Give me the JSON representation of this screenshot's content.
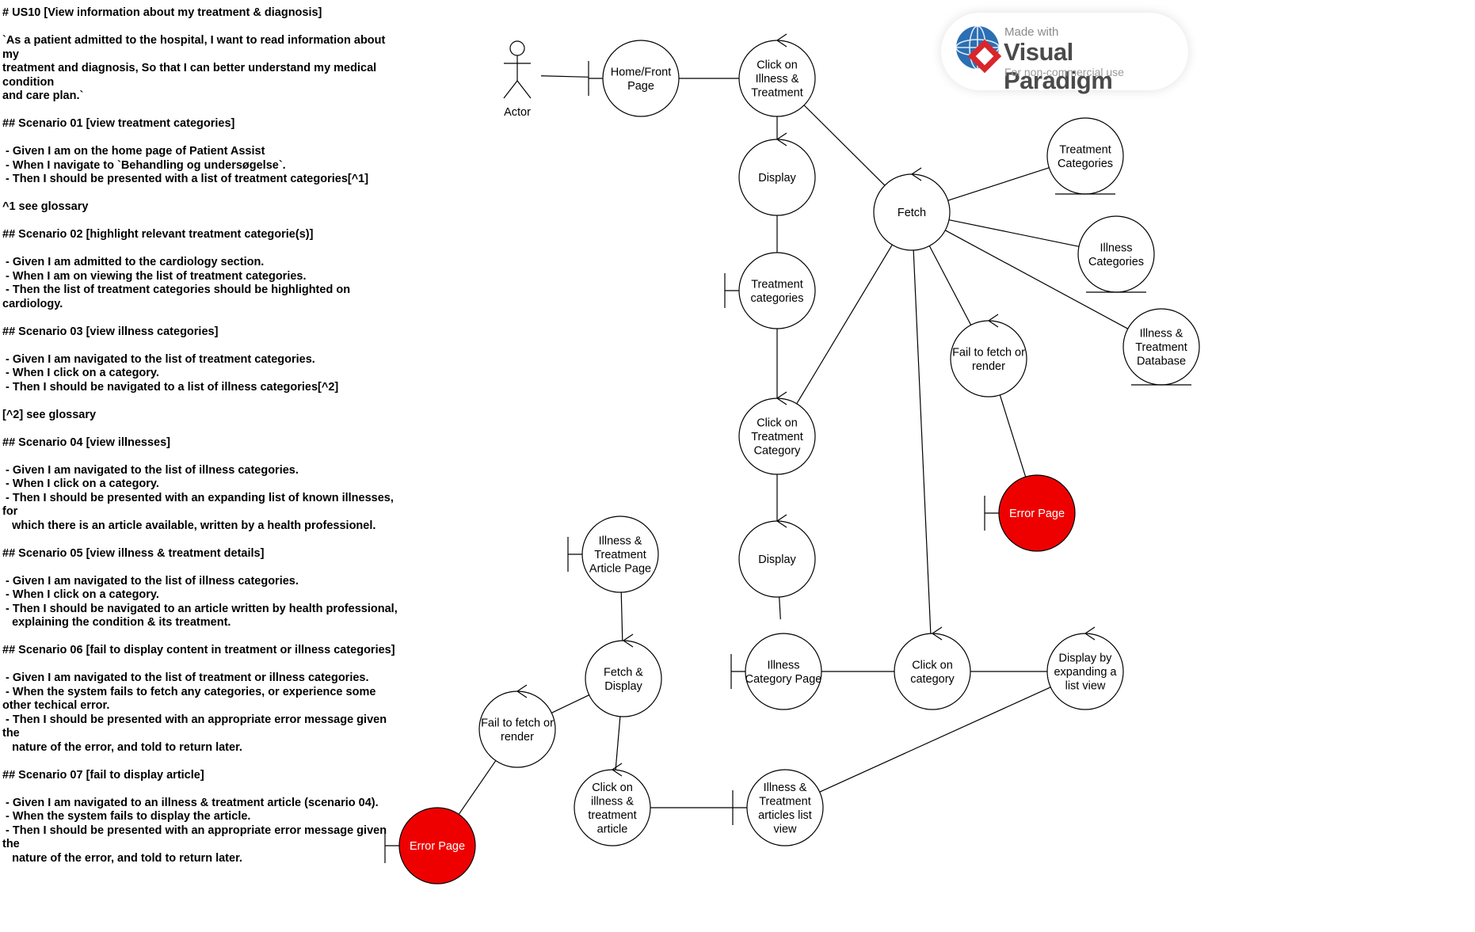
{
  "spec_lines": [
    "# US10 [View information about my treatment & diagnosis]",
    "",
    "`As a patient admitted to the hospital, I want to read information about my",
    "treatment and diagnosis, So that I can better understand my medical condition",
    "and care plan.`",
    "",
    "## Scenario 01 [view treatment categories]",
    "",
    " - Given I am on the home page of Patient Assist",
    " - When I navigate to `Behandling og undersøgelse`.",
    " - Then I should be presented with a list of treatment categories[^1]",
    "",
    "^1 see glossary",
    "",
    "## Scenario 02 [highlight relevant treatment categorie(s)]",
    "",
    " - Given I am admitted to the cardiology section.",
    " - When I am on viewing the list of treatment categories.",
    " - Then the list of treatment categories should be highlighted on cardiology.",
    "",
    "## Scenario 03 [view illness categories]",
    "",
    " - Given I am navigated to the list of treatment categories.",
    " - When I click on a category.",
    " - Then I should be navigated to a list of illness categories[^2]",
    "",
    "[^2] see glossary",
    "",
    "## Scenario 04 [view illnesses]",
    "",
    " - Given I am navigated to the list of illness categories.",
    " - When I click on a category.",
    " - Then I should be presented with an expanding list of known illnesses, for",
    "   which there is an article available, written by a health professionel.",
    "",
    "## Scenario 05 [view illness & treatment details]",
    "",
    " - Given I am navigated to the list of illness categories.",
    " - When I click on a category.",
    " - Then I should be navigated to an article written by health professional,",
    "   explaining the condition & its treatment.",
    "",
    "## Scenario 06 [fail to display content in treatment or illness categories]",
    "",
    " - Given I am navigated to the list of treatment or illness categories.",
    " - When the system fails to fetch any categories, or experience some other techical error.",
    " - Then I should be presented with an appropriate error message given the",
    "   nature of the error, and told to return later.",
    "",
    "## Scenario 07 [fail to display article]",
    "",
    " - Given I am navigated to an illness & treatment article (scenario 04).",
    " - When the system fails to display the article.",
    " - Then I should be presented with an appropriate error message given the",
    "   nature of the error, and told to return later."
  ],
  "actor": {
    "label": "Actor"
  },
  "watermark": {
    "made_with": "Made with",
    "product": "Visual Paradigm",
    "usage": "For non-commercial use"
  },
  "colors": {
    "error_fill": "#ee0000",
    "stroke": "#000000",
    "background": "#ffffff"
  },
  "nodes": [
    {
      "id": "home",
      "kind": "boundary",
      "lines": [
        "Home/Front",
        "Page"
      ]
    },
    {
      "id": "click-ill-treat",
      "kind": "control",
      "lines": [
        "Click on",
        "Illness &",
        "Treatment"
      ]
    },
    {
      "id": "display-1",
      "kind": "control",
      "lines": [
        "Display"
      ]
    },
    {
      "id": "treat-cats",
      "kind": "boundary",
      "lines": [
        "Treatment",
        "categories"
      ]
    },
    {
      "id": "click-treat-cat",
      "kind": "control",
      "lines": [
        "Click on",
        "Treatment",
        "Category"
      ]
    },
    {
      "id": "display-2",
      "kind": "control",
      "lines": [
        "Display"
      ]
    },
    {
      "id": "illness-cat-page",
      "kind": "boundary",
      "lines": [
        "Illness",
        "Category Page"
      ]
    },
    {
      "id": "click-category",
      "kind": "control",
      "lines": [
        "Click on",
        "category"
      ]
    },
    {
      "id": "display-expand",
      "kind": "control",
      "lines": [
        "Display by",
        "expanding a",
        "list view"
      ]
    },
    {
      "id": "fetch",
      "kind": "control",
      "lines": [
        "Fetch"
      ]
    },
    {
      "id": "treatment-cats-entity",
      "kind": "entity",
      "lines": [
        "Treatment",
        "Categories"
      ]
    },
    {
      "id": "illness-cats-entity",
      "kind": "entity",
      "lines": [
        "Illness",
        "Categories"
      ]
    },
    {
      "id": "db-entity",
      "kind": "entity",
      "lines": [
        "Illness &",
        "Treatment",
        "Database"
      ]
    },
    {
      "id": "fail-1",
      "kind": "control",
      "lines": [
        "Fail to fetch or",
        "render"
      ]
    },
    {
      "id": "error-1",
      "kind": "error",
      "lines": [
        "Error Page"
      ]
    },
    {
      "id": "article-page",
      "kind": "boundary",
      "lines": [
        "Illness &",
        "Treatment",
        "Article Page"
      ]
    },
    {
      "id": "fetch-display",
      "kind": "control",
      "lines": [
        "Fetch &",
        "Display"
      ]
    },
    {
      "id": "fail-2",
      "kind": "control",
      "lines": [
        "Fail to fetch or",
        "render"
      ]
    },
    {
      "id": "error-2",
      "kind": "error",
      "lines": [
        "Error Page"
      ]
    },
    {
      "id": "click-article",
      "kind": "control",
      "lines": [
        "Click on",
        "illness &",
        "treatment",
        "article"
      ]
    },
    {
      "id": "articles-list",
      "kind": "boundary",
      "lines": [
        "Illness &",
        "Treatment",
        "articles list",
        "view"
      ]
    }
  ],
  "edges": [
    [
      "actor",
      "home"
    ],
    [
      "home",
      "click-ill-treat"
    ],
    [
      "click-ill-treat",
      "display-1"
    ],
    [
      "click-ill-treat",
      "fetch"
    ],
    [
      "display-1",
      "treat-cats"
    ],
    [
      "treat-cats",
      "click-treat-cat"
    ],
    [
      "click-treat-cat",
      "fetch"
    ],
    [
      "click-treat-cat",
      "display-2"
    ],
    [
      "display-2",
      "illness-cat-page"
    ],
    [
      "illness-cat-page",
      "click-category"
    ],
    [
      "click-category",
      "fetch"
    ],
    [
      "click-category",
      "display-expand"
    ],
    [
      "display-expand",
      "articles-list"
    ],
    [
      "fetch",
      "treatment-cats-entity"
    ],
    [
      "fetch",
      "illness-cats-entity"
    ],
    [
      "fetch",
      "db-entity"
    ],
    [
      "fetch",
      "fail-1"
    ],
    [
      "fail-1",
      "error-1"
    ],
    [
      "articles-list",
      "click-article"
    ],
    [
      "click-article",
      "fetch-display"
    ],
    [
      "fetch-display",
      "article-page"
    ],
    [
      "fetch-display",
      "fail-2"
    ],
    [
      "fail-2",
      "error-2"
    ]
  ]
}
